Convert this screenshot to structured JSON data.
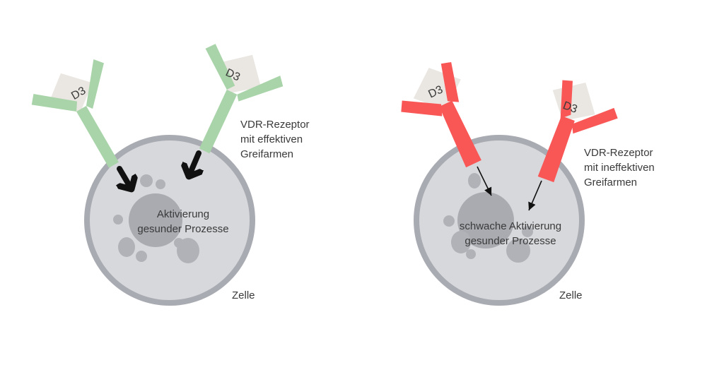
{
  "colors": {
    "background": "#ffffff",
    "cell_fill": "#d7d8dc",
    "cell_border": "#a9abb2",
    "organelle": "#b0b2b8",
    "nucleus": "#a9abb1",
    "d3_box": "#eae6e1",
    "receptor_effective": "#a9d4a9",
    "receptor_ineffective": "#f95656",
    "arrow": "#111111",
    "text": "#3a3a3a"
  },
  "left_panel": {
    "receptor_1_ligand": "D3",
    "receptor_2_ligand": "D3",
    "receptor_label": [
      "VDR-Rezeptor",
      "mit effektiven",
      "Greifarmen"
    ],
    "nucleus_label": [
      "Aktivierung",
      "gesunder Prozesse"
    ],
    "cell_label": "Zelle"
  },
  "right_panel": {
    "receptor_1_ligand": "D3",
    "receptor_2_ligand": "D3",
    "receptor_label": [
      "VDR-Rezeptor",
      "mit ineffektiven",
      "Greifarmen"
    ],
    "nucleus_label": [
      "schwache Aktivierung",
      "gesunder Prozesse"
    ],
    "cell_label": "Zelle"
  }
}
